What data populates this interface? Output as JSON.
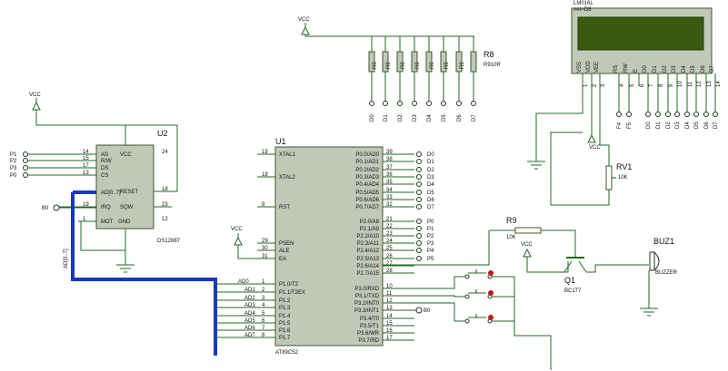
{
  "lcd": {
    "name": "LM016L",
    "sub": "net=D8",
    "pins": [
      "VSS",
      "VDD",
      "VEE",
      "RS",
      "RW",
      "E",
      "D0",
      "D1",
      "D2",
      "D3",
      "D4",
      "D5",
      "D6",
      "D7"
    ],
    "nums": [
      "1",
      "2",
      "3",
      "4",
      "5",
      "6",
      "7",
      "8",
      "9",
      "10",
      "11",
      "12",
      "13",
      "14"
    ],
    "lower": [
      "F4",
      "F5",
      "D0",
      "D1",
      "D2",
      "D3",
      "D4",
      "D5",
      "D6",
      "D7"
    ]
  },
  "vcc": "VCC",
  "r8": {
    "name": "R8",
    "val": "R910R",
    "rlabel": "R9",
    "outs": [
      "D0",
      "D1",
      "D2",
      "D3",
      "D4",
      "D5",
      "D6",
      "D7"
    ]
  },
  "u2": {
    "name": "U2",
    "part": "DS12887",
    "pins_left": [
      "AS",
      "R/W",
      "DS",
      "CS",
      "AD[0..7]",
      "IRQ",
      "MOT"
    ],
    "nums_left": [
      "14",
      "15",
      "17",
      "13",
      "19",
      "1"
    ],
    "pins_right": [
      "VCC",
      "RESET",
      "SQW",
      "GND"
    ],
    "nums_right": [
      "24",
      "18",
      "23",
      "12"
    ],
    "inputs": [
      "P1",
      "P2",
      "P3",
      "P0"
    ],
    "b0": "B0",
    "bus": "AD[0..7]"
  },
  "u1": {
    "name": "U1",
    "part": "AT89C52",
    "left": [
      "XTAL1",
      "XTAL2",
      "RST",
      "PSEN",
      "ALE",
      "EA",
      "P1.0/T2",
      "P1.1/T2EX",
      "P1.2",
      "P1.3",
      "P1.4",
      "P1.5",
      "P1.6",
      "P1.7"
    ],
    "left_nums": [
      "19",
      "18",
      "9",
      "29",
      "30",
      "31",
      "1",
      "2",
      "3",
      "4",
      "5",
      "6",
      "7",
      "8"
    ],
    "right": [
      "P0.0/AD0",
      "P0.1/AD1",
      "P0.2/AD2",
      "P0.3/AD3",
      "P0.4/AD4",
      "P0.5/AD5",
      "P0.6/AD6",
      "P0.7/AD7",
      "P2.0/A8",
      "P2.1/A9",
      "P2.2/A10",
      "P2.3/A11",
      "P2.4/A12",
      "P2.5/A13",
      "P2.6/A14",
      "P2.7/A15",
      "P3.0/RXD",
      "P3.1/TXD",
      "P3.2/INT0",
      "P3.3/INT1",
      "P3.4/T0",
      "P3.5/T1",
      "P3.6/WR",
      "P3.7/RD"
    ],
    "right_nums": [
      "39",
      "38",
      "37",
      "36",
      "35",
      "34",
      "33",
      "32",
      "21",
      "22",
      "23",
      "24",
      "25",
      "26",
      "27",
      "28",
      "10",
      "11",
      "12",
      "13",
      "14",
      "15",
      "16",
      "17"
    ],
    "right_out": [
      "D0",
      "D1",
      "D2",
      "D3",
      "D4",
      "D5",
      "D6",
      "D7",
      "P0",
      "P1",
      "P2",
      "P3",
      "P4",
      "P5"
    ],
    "ad": [
      "AD0",
      "AD1",
      "AD2",
      "AD3",
      "AD4",
      "AD5",
      "AD6",
      "AD7"
    ],
    "b0": "B0"
  },
  "rv1": {
    "name": "RV1",
    "val": "10K"
  },
  "r9": {
    "name": "R9",
    "val": "10K"
  },
  "q1": {
    "name": "Q1",
    "part": "BC177"
  },
  "buz": {
    "name": "BUZ1",
    "part": "BUZZER"
  }
}
